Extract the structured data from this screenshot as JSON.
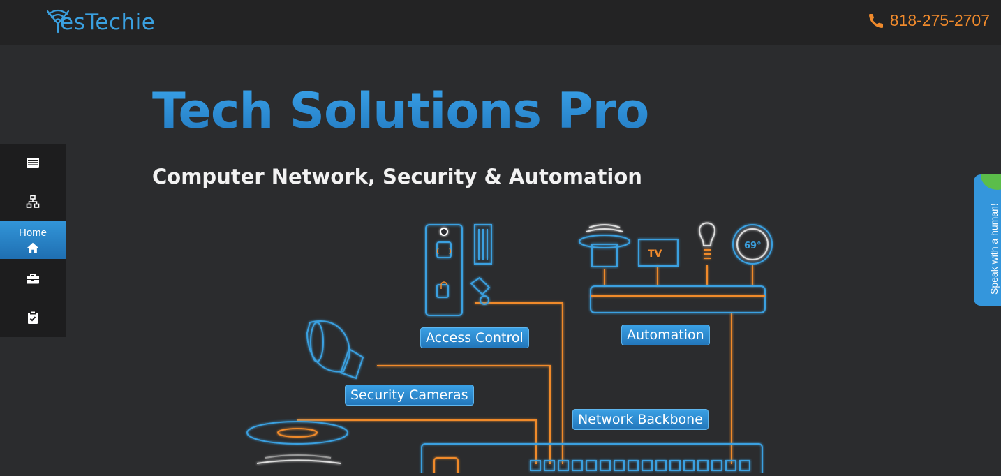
{
  "header": {
    "logo_text": "esTechie",
    "phone": "818-275-2707"
  },
  "hero": {
    "title": "Tech Solutions Pro",
    "subtitle": "Computer Network, Security & Automation"
  },
  "sidenav": {
    "items": [
      {
        "name": "news-icon",
        "label": ""
      },
      {
        "name": "network-icon",
        "label": ""
      },
      {
        "name": "home-icon",
        "label": "Home"
      },
      {
        "name": "briefcase-icon",
        "label": ""
      },
      {
        "name": "clipboard-check-icon",
        "label": ""
      }
    ],
    "active_index": 2
  },
  "chat_tab": {
    "label": "Speak with a human!"
  },
  "diagram": {
    "labels": {
      "access_control": "Access Control",
      "automation": "Automation",
      "security_cameras": "Security Cameras",
      "network_backbone": "Network Backbone",
      "tv": "TV",
      "thermostat": "69°"
    }
  },
  "colors": {
    "accent_blue": "#3aa0e0",
    "accent_orange": "#f08a2c",
    "chat_green": "#5bbd4a",
    "background": "#2b2c2e"
  }
}
